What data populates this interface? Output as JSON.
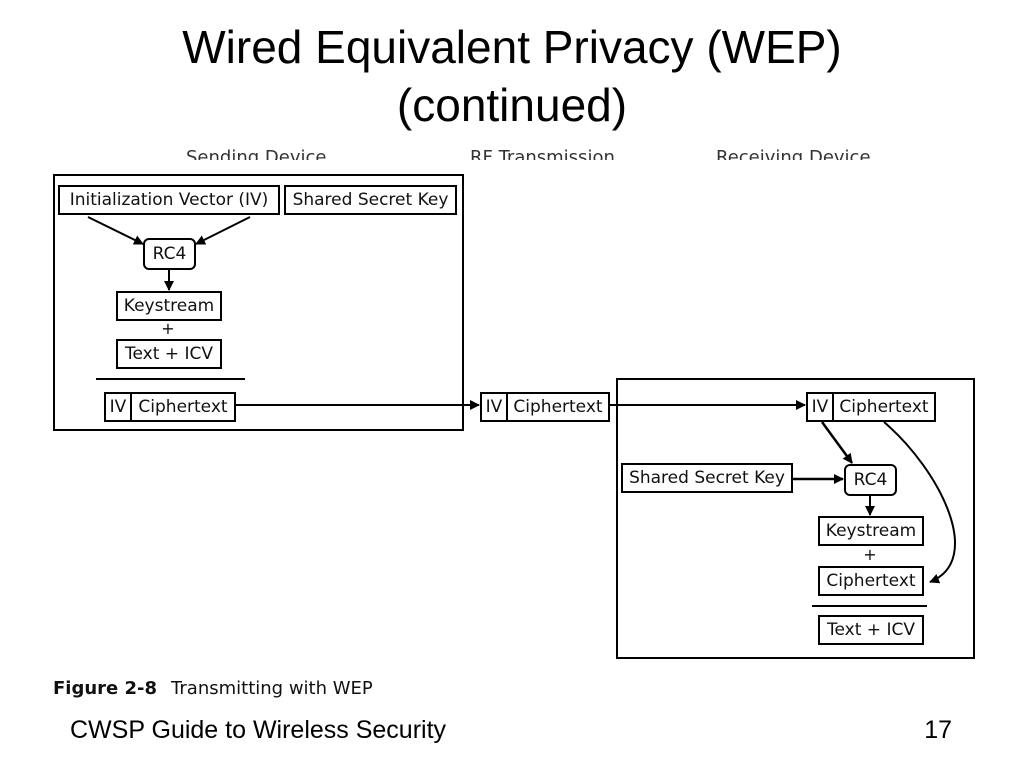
{
  "slide": {
    "title_line1": "Wired Equivalent Privacy (WEP)",
    "title_line2": "(continued)"
  },
  "diagram": {
    "headers": {
      "sending": "Sending Device",
      "rf": "RF Transmission",
      "receiving": "Receiving Device"
    },
    "sender": {
      "iv_box": "Initialization Vector (IV)",
      "key_box": "Shared Secret Key",
      "rc4": "RC4",
      "keystream": "Keystream",
      "plus": "+",
      "text_icv": "Text + ICV",
      "out_iv": "IV",
      "out_ciphertext": "Ciphertext"
    },
    "rf": {
      "iv": "IV",
      "ciphertext": "Ciphertext"
    },
    "receiver": {
      "in_iv": "IV",
      "in_ciphertext": "Ciphertext",
      "key_box": "Shared Secret Key",
      "rc4": "RC4",
      "keystream": "Keystream",
      "plus": "+",
      "ciphertext": "Ciphertext",
      "text_icv": "Text + ICV"
    }
  },
  "caption": {
    "label": "Figure 2-8",
    "text": "Transmitting with WEP"
  },
  "footer": {
    "left": "CWSP Guide to Wireless Security",
    "page_number": "17"
  }
}
